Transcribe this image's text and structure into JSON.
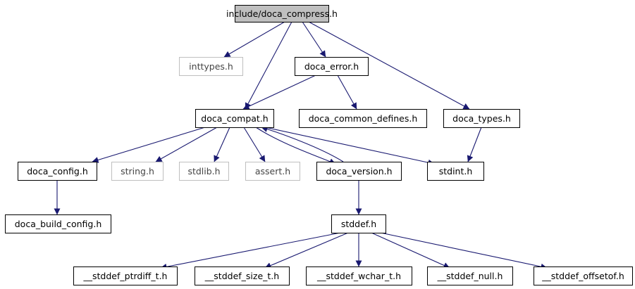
{
  "graph": {
    "edge_color": "#191970",
    "nodes": [
      {
        "id": "compress",
        "label": "include/doca_compress.h",
        "style": "root",
        "fill": "#bfbfbf",
        "stroke": "#000000"
      },
      {
        "id": "inttypes",
        "label": "inttypes.h",
        "style": "external",
        "fill": "#ffffff",
        "stroke": "#bfbfbf"
      },
      {
        "id": "error",
        "label": "doca_error.h",
        "style": "normal",
        "fill": "#ffffff",
        "stroke": "#000000"
      },
      {
        "id": "compat",
        "label": "doca_compat.h",
        "style": "normal",
        "fill": "#ffffff",
        "stroke": "#000000"
      },
      {
        "id": "common_defines",
        "label": "doca_common_defines.h",
        "style": "normal",
        "fill": "#ffffff",
        "stroke": "#000000"
      },
      {
        "id": "types",
        "label": "doca_types.h",
        "style": "normal",
        "fill": "#ffffff",
        "stroke": "#000000"
      },
      {
        "id": "config",
        "label": "doca_config.h",
        "style": "normal",
        "fill": "#ffffff",
        "stroke": "#000000"
      },
      {
        "id": "string",
        "label": "string.h",
        "style": "external",
        "fill": "#ffffff",
        "stroke": "#bfbfbf"
      },
      {
        "id": "stdlib",
        "label": "stdlib.h",
        "style": "external",
        "fill": "#ffffff",
        "stroke": "#bfbfbf"
      },
      {
        "id": "assert",
        "label": "assert.h",
        "style": "external",
        "fill": "#ffffff",
        "stroke": "#bfbfbf"
      },
      {
        "id": "version",
        "label": "doca_version.h",
        "style": "normal",
        "fill": "#ffffff",
        "stroke": "#000000"
      },
      {
        "id": "stdint",
        "label": "stdint.h",
        "style": "normal",
        "fill": "#ffffff",
        "stroke": "#000000"
      },
      {
        "id": "build_config",
        "label": "doca_build_config.h",
        "style": "normal",
        "fill": "#ffffff",
        "stroke": "#000000"
      },
      {
        "id": "stddef",
        "label": "stddef.h",
        "style": "normal",
        "fill": "#ffffff",
        "stroke": "#000000"
      },
      {
        "id": "ptrdiff",
        "label": "__stddef_ptrdiff_t.h",
        "style": "normal",
        "fill": "#ffffff",
        "stroke": "#000000"
      },
      {
        "id": "size",
        "label": "__stddef_size_t.h",
        "style": "normal",
        "fill": "#ffffff",
        "stroke": "#000000"
      },
      {
        "id": "wchar",
        "label": "__stddef_wchar_t.h",
        "style": "normal",
        "fill": "#ffffff",
        "stroke": "#000000"
      },
      {
        "id": "null",
        "label": "__stddef_null.h",
        "style": "normal",
        "fill": "#ffffff",
        "stroke": "#000000"
      },
      {
        "id": "offsetof",
        "label": "__stddef_offsetof.h",
        "style": "normal",
        "fill": "#ffffff",
        "stroke": "#000000"
      }
    ],
    "edges": [
      {
        "from": "compress",
        "to": "inttypes"
      },
      {
        "from": "compress",
        "to": "error"
      },
      {
        "from": "compress",
        "to": "compat"
      },
      {
        "from": "compress",
        "to": "types"
      },
      {
        "from": "error",
        "to": "compat"
      },
      {
        "from": "error",
        "to": "common_defines"
      },
      {
        "from": "types",
        "to": "stdint"
      },
      {
        "from": "compat",
        "to": "config"
      },
      {
        "from": "compat",
        "to": "string"
      },
      {
        "from": "compat",
        "to": "stdlib"
      },
      {
        "from": "compat",
        "to": "assert"
      },
      {
        "from": "compat",
        "to": "version"
      },
      {
        "from": "compat",
        "to": "stdint"
      },
      {
        "from": "version",
        "to": "compat"
      },
      {
        "from": "version",
        "to": "stddef"
      },
      {
        "from": "config",
        "to": "build_config"
      },
      {
        "from": "stddef",
        "to": "ptrdiff"
      },
      {
        "from": "stddef",
        "to": "size"
      },
      {
        "from": "stddef",
        "to": "wchar"
      },
      {
        "from": "stddef",
        "to": "null"
      },
      {
        "from": "stddef",
        "to": "offsetof"
      }
    ]
  }
}
